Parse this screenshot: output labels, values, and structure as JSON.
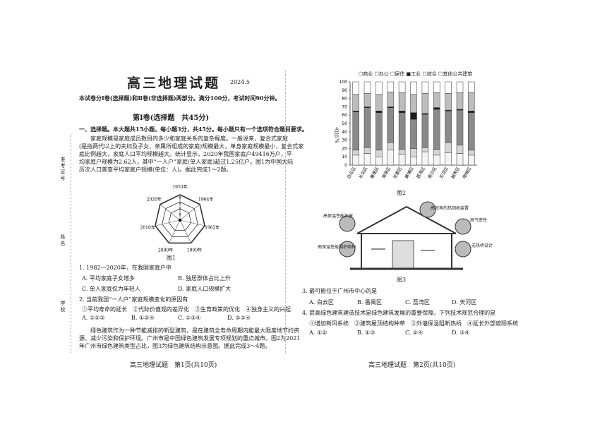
{
  "left": {
    "title": "高三地理试题",
    "date": "2024.5",
    "intro": "本试卷分Ⅰ卷(选择题)和Ⅱ卷(非选择题)两部分。满分100分，考试时间90分钟。",
    "section": "第Ⅰ卷(选择题　共45分)",
    "instruction": "一、选择题。本大题共15小题，每小题3分，共45分。每小题只有一个选项符合题目要求。",
    "para1": [
      "家庭规模是家庭成员数目的多少和家庭关系的复杂程度。一般说来，复合式家庭",
      "(是指两代以上的夫妇及子女、亲属所组成的家庭)规模最大，单身家庭规模最小，复合式家",
      "庭比例越大，家庭人口平均规模越大。统计显示，2020年我国家庭户49416万户，平",
      "均家庭户规模为2.62人，其中“一人户”家庭(单人家庭)超过1.25亿户。图1为中国大陆",
      "历次人口普查平均家庭户规模(单位：人)。据此完成1～2题。"
    ],
    "fig1": {
      "caption": "图1",
      "labels": [
        "1953年",
        "1964年",
        "1982年",
        "1990年",
        "2000年",
        "2010年",
        "2020年"
      ],
      "rings": [
        "6",
        "4",
        "2",
        "0"
      ]
    },
    "q1": {
      "stem": "1. 1982—2020年，在我国家庭户中",
      "options": [
        "A. 平均家庭子女增多",
        "B. 独居群体占比上升",
        "C. 单人家庭仅为年轻人",
        "D. 家庭人口规模扩大"
      ]
    },
    "q2": {
      "stem": "2. 当前我国“一人户”家庭规模变化的原因有",
      "items": "①平均寿命的延长　②代际价值观的差异化　③生育政策的优化　④独身主义的兴起",
      "options": [
        "A. ①②③",
        "B. ①②④",
        "C. ①③④",
        "D. ②③④"
      ]
    },
    "para2": [
      "绿色建筑作为一种节能减排的新型建筑，是在建筑全寿命周期内能最大限度地节约资",
      "源、减少污染和保护环境。广州市是中国绿色建筑发展专项规划的重点城市。图2为2021",
      "年广州市绿色建筑类型占比，图3为绿色建筑结构示意图。据此完成3～4题。"
    ],
    "margin": {
      "exam_no": "准考证号",
      "name": "姓名",
      "school": "学校"
    },
    "footer": "高三地理试题　第1页(共10页)"
  },
  "right": {
    "legend_labels": [
      "商业",
      "办公",
      "居住",
      "工业",
      "综合",
      "其他公共建筑"
    ],
    "legend_symbols": [
      "☐",
      "☐",
      "☐",
      "■",
      "☐",
      "☐"
    ],
    "ylabel": "占比/%",
    "fig2_caption": "图2",
    "fig3": {
      "caption": "图3",
      "labels": [
        "高效率的热回收装置",
        "高保温性能外窗",
        "高气密性",
        "高保温性能围护结构",
        "无热桥设计"
      ]
    },
    "q3": {
      "stem": "3. 最可能位于广州市中心的是",
      "options": [
        "A. 白云区",
        "B. 番禺区",
        "C. 荔湾区",
        "D. 天河区"
      ]
    },
    "q4": {
      "stem": "4. 提高绿色建筑建造技术是绿色建筑发展的重要保障。下列技术规范合理的是",
      "items": "①增加新风系统　②建筑屋顶结构种草　③外墙保温阻断热桥　④延长外部遮阳系统",
      "options": [
        "A. ①②",
        "B. ①③",
        "C. ②④",
        "D. ③④"
      ]
    },
    "footer": "高三地理试题　第2页(共10页)"
  },
  "chart_data": {
    "type": "bar",
    "stacked": true,
    "categories": [
      "白云区",
      "从化区",
      "番禺区",
      "海珠区",
      "花都区",
      "黄埔区",
      "荔湾区",
      "南沙区",
      "天河区",
      "越秀区",
      "增城区"
    ],
    "series": [
      {
        "name": "商业",
        "values": [
          12,
          14,
          10,
          18,
          13,
          10,
          16,
          12,
          15,
          14,
          12
        ]
      },
      {
        "name": "办公",
        "values": [
          6,
          7,
          8,
          9,
          6,
          10,
          5,
          7,
          12,
          10,
          6
        ]
      },
      {
        "name": "居住",
        "values": [
          46,
          48,
          45,
          42,
          44,
          35,
          40,
          48,
          38,
          42,
          45
        ]
      },
      {
        "name": "工业",
        "values": [
          1,
          1,
          2,
          1,
          2,
          8,
          1,
          2,
          1,
          1,
          2
        ]
      },
      {
        "name": "综合",
        "values": [
          20,
          16,
          20,
          18,
          22,
          22,
          24,
          18,
          20,
          20,
          22
        ]
      },
      {
        "name": "其他公共建筑",
        "values": [
          15,
          14,
          15,
          12,
          13,
          15,
          14,
          13,
          14,
          13,
          13
        ]
      }
    ],
    "ylim": [
      0,
      100
    ],
    "yticks": [
      "0",
      "10",
      "20",
      "30",
      "40",
      "50",
      "60",
      "70",
      "80",
      "90",
      "100"
    ],
    "ylabel": "占比/%",
    "legend": "top",
    "colors": [
      "#f4f4f4",
      "#d6d6d6",
      "#8a8a8a",
      "#1a1a1a",
      "#bdbdbd",
      "#ffffff"
    ]
  }
}
